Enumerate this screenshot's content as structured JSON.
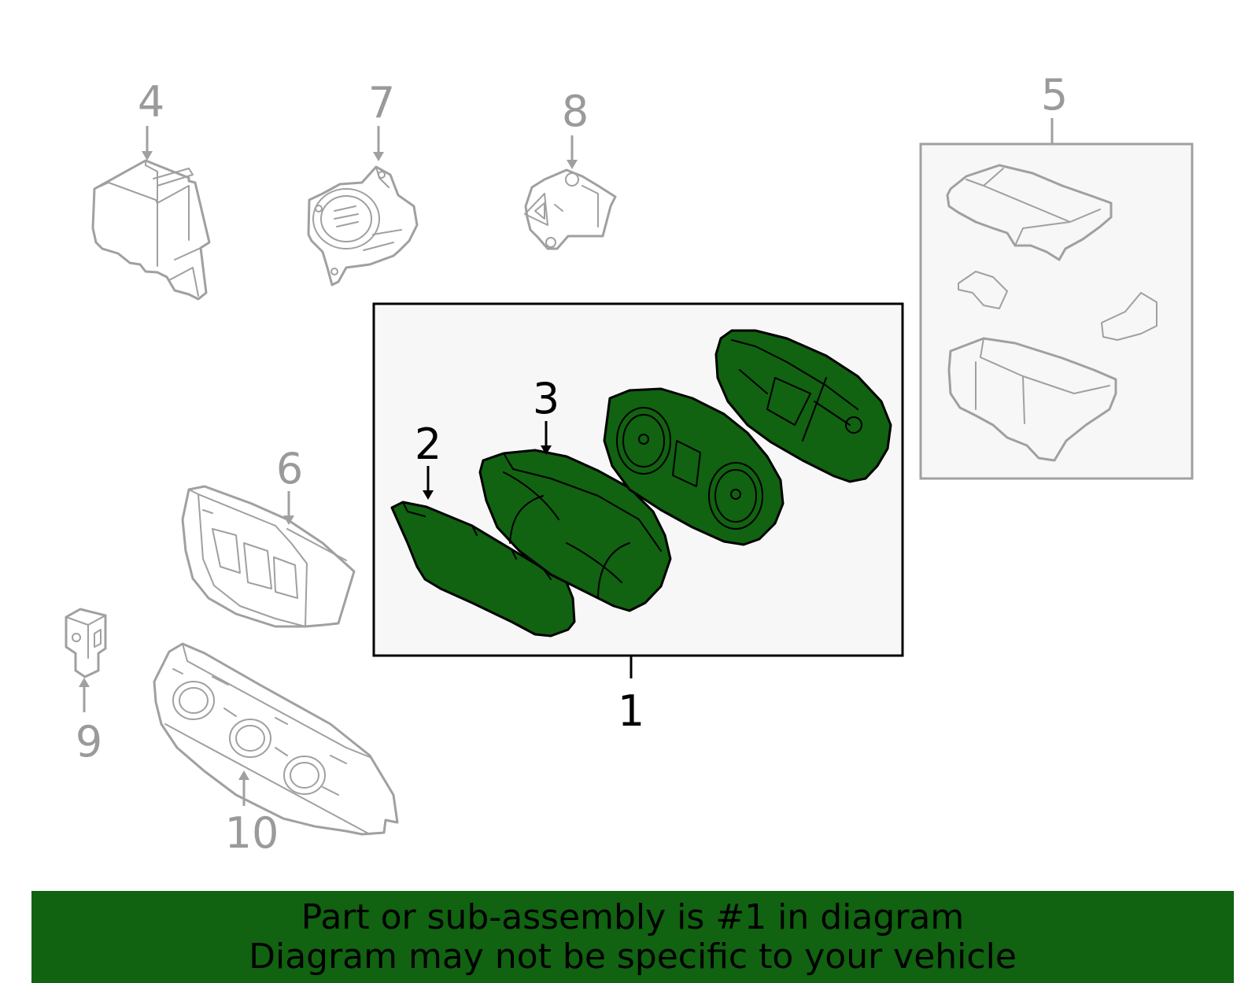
{
  "callouts": {
    "c1": "1",
    "c2": "2",
    "c3": "3",
    "c4": "4",
    "c5": "5",
    "c6": "6",
    "c7": "7",
    "c8": "8",
    "c9": "9",
    "c10": "10"
  },
  "banner": {
    "line1": "Part or sub-assembly is #1 in diagram",
    "line2": "Diagram may not be specific to your vehicle"
  },
  "colors": {
    "highlight_green": "#116211",
    "banner_green": "#116211",
    "part_grey": "#a0a0a0",
    "callout_grey": "#9a9a9a",
    "box_fill": "#f7f7f7"
  }
}
